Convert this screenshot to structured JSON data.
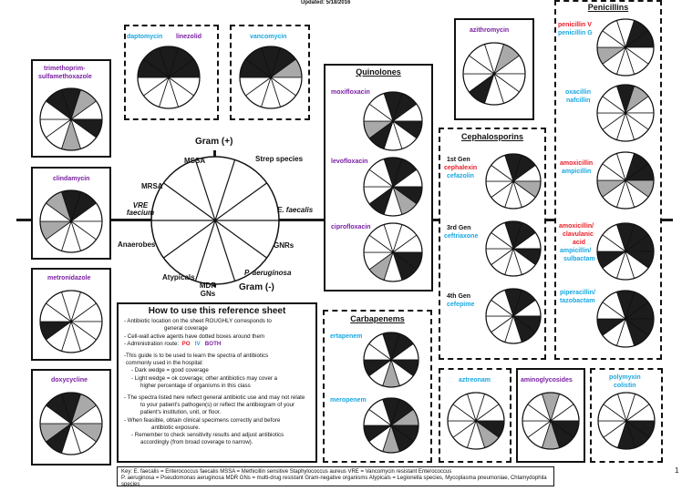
{
  "updated": "Updated: 5/18/2016",
  "page_number": "1",
  "colors": {
    "blue": "#1aa7e0",
    "purple": "#7a1fa2",
    "red": "#e8202a",
    "dark": "#1c1c1c",
    "gray": "#a9a9a9"
  },
  "wheel": {
    "gram_pos": "Gram (+)",
    "gram_neg": "Gram (-)",
    "segments": [
      "MSSA",
      "Strep species",
      "E. faecalis",
      "GNRs",
      "P. aeruginosa",
      "MDR GNs",
      "Atypicals",
      "Anaerobes",
      "VRE faecium",
      "MRSA"
    ]
  },
  "groups": {
    "quinolones": "Quinolones",
    "cephalosporins": "Cephalosporins",
    "penicillins": "Penicillins",
    "carbapenems": "Carbapenems"
  },
  "gen_labels": {
    "gen1": "1st Gen",
    "gen3": "3rd Gen",
    "gen4": "4th Gen"
  },
  "drugs": {
    "daptomycin": "daptomycin",
    "linezolid": "linezolid",
    "vancomycin": "vancomycin",
    "tmpsmx1": "trimethoprim-",
    "tmpsmx2": "sulfamethoxazole",
    "clindamycin": "clindamycin",
    "metronidazole": "metronidazole",
    "doxycycline": "doxycycline",
    "azithromycin": "azithromycin",
    "moxifloxacin": "moxifloxacin",
    "levofloxacin": "levofloxacin",
    "ciprofloxacin": "ciprofloxacin",
    "cephalexin": "cephalexin",
    "cefazolin": "cefazolin",
    "ceftriaxone": "ceftriaxone",
    "cefepime": "cefepime",
    "penicillin_v": "penicillin V",
    "penicillin_g": "penicillin G",
    "oxacillin": "oxacillin",
    "nafcillin": "nafcillin",
    "amoxicillin": "amoxicillin",
    "ampicillin": "ampicillin",
    "amox_clav1": "amoxicillin/",
    "amox_clav2": "clavulanic",
    "amox_clav3": "acid",
    "amp_sul1": "ampicillin/",
    "amp_sul2": "sulbactam",
    "pip_taz1": "piperacillin/",
    "pip_taz2": "tazobactam",
    "ertapenem": "ertapenem",
    "meropenem": "meropenem",
    "aztreonam": "aztreonam",
    "aminoglycosides": "aminoglycosides",
    "polymyxin": "polymyxin",
    "colistin": "colistin"
  },
  "howto": {
    "title": "How to use this reference sheet",
    "line1a": "- Antibiotic location on the sheet ROUGHLY corresponds to",
    "line1b": "general coverage",
    "line2": "- Cell-wall active agents have dotted boxes around them",
    "line3": "- Administration route:",
    "route_po": "PO",
    "route_iv": "IV",
    "route_both": "BOTH",
    "line4a": "-This guide is to be used to learn the spectra of antibiotics",
    "line4b": "commonly used in the hospital:",
    "line5": "- Dark wedge = good coverage",
    "line6a": "- Light wedge = ok coverage; other antibiotics may cover a",
    "line6b": "higher percentage of organisms in this class",
    "line7a": "- The spectra listed here reflect general antibiotic use and may not relate",
    "line7b": "to your patient's pathogen(s) or reflect the antibiogram of your",
    "line7c": "patient's institution, unit, or floor.",
    "line8a": "- When feasible, obtain clinical specimens correctly and before",
    "line8b": "antibiotic exposure.",
    "line9a": "- Remember to check sensitivity results and adjust antibiotics",
    "line9b": "accordingly (from broad coverage to narrow)."
  },
  "key": {
    "line1": "Key:  E. faecalis = Enterococcus faecalis        MSSA = Methicillin sensitive Staphylococcus aureus        VRE = Vancomycin resistant Enterococcus",
    "line2": "P. aeruginosa = Pseudomonas aeruginosa        MDR GNs = multi-drug resistant Gram-negative organisms        Atypicals = Legionella species, Mycoplasma pneumoniae, Chlamydophila species"
  },
  "coverage": {
    "vancomycin": [
      "good",
      "good",
      "ok",
      "none",
      "none",
      "none",
      "none",
      "none",
      "good",
      "good"
    ],
    "daptomycin_linezolid": [
      "good",
      "good",
      "good",
      "none",
      "none",
      "none",
      "none",
      "none",
      "good",
      "good"
    ],
    "tmp_smx": [
      "good",
      "ok",
      "none",
      "good",
      "none",
      "ok",
      "none",
      "none",
      "none",
      "good"
    ],
    "clindamycin": [
      "good",
      "good",
      "none",
      "none",
      "none",
      "none",
      "none",
      "ok",
      "none",
      "ok"
    ],
    "metronidazole": [
      "none",
      "none",
      "none",
      "none",
      "none",
      "none",
      "none",
      "good",
      "none",
      "none"
    ],
    "doxycycline": [
      "good",
      "ok",
      "none",
      "ok",
      "none",
      "none",
      "good",
      "ok",
      "none",
      "good"
    ],
    "azithromycin": [
      "none",
      "ok",
      "none",
      "none",
      "none",
      "none",
      "good",
      "none",
      "none",
      "none"
    ],
    "moxifloxacin": [
      "good",
      "good",
      "none",
      "good",
      "none",
      "none",
      "good",
      "ok",
      "none",
      "none"
    ],
    "levofloxacin": [
      "good",
      "good",
      "none",
      "good",
      "ok",
      "none",
      "good",
      "none",
      "none",
      "none"
    ],
    "ciprofloxacin": [
      "none",
      "none",
      "none",
      "good",
      "good",
      "none",
      "ok",
      "none",
      "none",
      "none"
    ],
    "cephalexin_cefazolin": [
      "good",
      "good",
      "none",
      "ok",
      "none",
      "none",
      "none",
      "none",
      "none",
      "none"
    ],
    "ceftriaxone": [
      "good",
      "good",
      "none",
      "good",
      "none",
      "none",
      "none",
      "none",
      "none",
      "none"
    ],
    "cefepime": [
      "good",
      "good",
      "none",
      "good",
      "good",
      "none",
      "none",
      "none",
      "none",
      "none"
    ],
    "penicillin": [
      "none",
      "good",
      "good",
      "none",
      "none",
      "none",
      "none",
      "ok",
      "none",
      "none"
    ],
    "oxa_nafcillin": [
      "good",
      "ok",
      "none",
      "none",
      "none",
      "none",
      "none",
      "none",
      "none",
      "none"
    ],
    "amox_amp": [
      "none",
      "good",
      "good",
      "ok",
      "none",
      "none",
      "none",
      "ok",
      "none",
      "none"
    ],
    "amox_clav_amp_sul": [
      "good",
      "good",
      "good",
      "good",
      "none",
      "none",
      "none",
      "good",
      "none",
      "none"
    ],
    "pip_taz": [
      "good",
      "good",
      "good",
      "good",
      "good",
      "none",
      "none",
      "good",
      "none",
      "none"
    ],
    "ertapenem": [
      "good",
      "good",
      "none",
      "good",
      "none",
      "ok",
      "none",
      "good",
      "none",
      "none"
    ],
    "meropenem": [
      "good",
      "good",
      "ok",
      "good",
      "good",
      "ok",
      "none",
      "good",
      "none",
      "none"
    ],
    "aztreonam": [
      "none",
      "none",
      "none",
      "good",
      "ok",
      "none",
      "none",
      "none",
      "none",
      "none"
    ],
    "aminoglycosides": [
      "ok",
      "none",
      "none",
      "good",
      "good",
      "ok",
      "none",
      "none",
      "none",
      "none"
    ],
    "polymyxin": [
      "none",
      "none",
      "none",
      "good",
      "good",
      "good",
      "none",
      "none",
      "none",
      "none"
    ]
  }
}
